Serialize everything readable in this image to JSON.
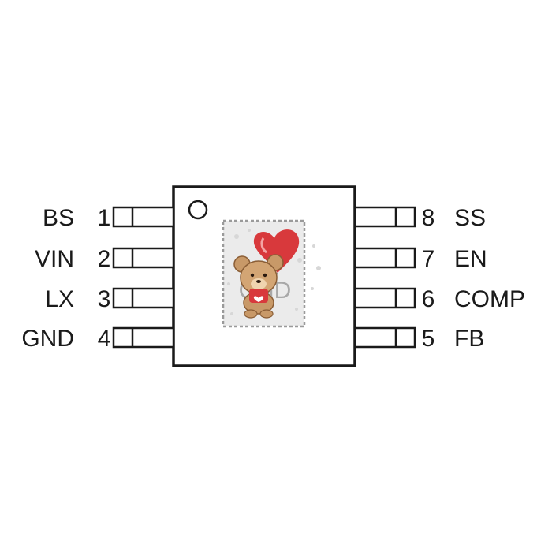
{
  "package": {
    "pins_left": [
      {
        "number": "1",
        "name": "BS"
      },
      {
        "number": "2",
        "name": "VIN"
      },
      {
        "number": "3",
        "name": "LX"
      },
      {
        "number": "4",
        "name": "GND"
      }
    ],
    "pins_right": [
      {
        "number": "8",
        "name": "SS"
      },
      {
        "number": "7",
        "name": "EN"
      },
      {
        "number": "6",
        "name": "COMP"
      },
      {
        "number": "5",
        "name": "FB"
      }
    ],
    "exposed_pad_label": "GND"
  },
  "colors": {
    "ink": "#1a1a1a",
    "pad_border": "#9a9a9a",
    "pad_fill": "#e9e9e9",
    "heart": "#d8393c",
    "bear": "#c89968"
  }
}
